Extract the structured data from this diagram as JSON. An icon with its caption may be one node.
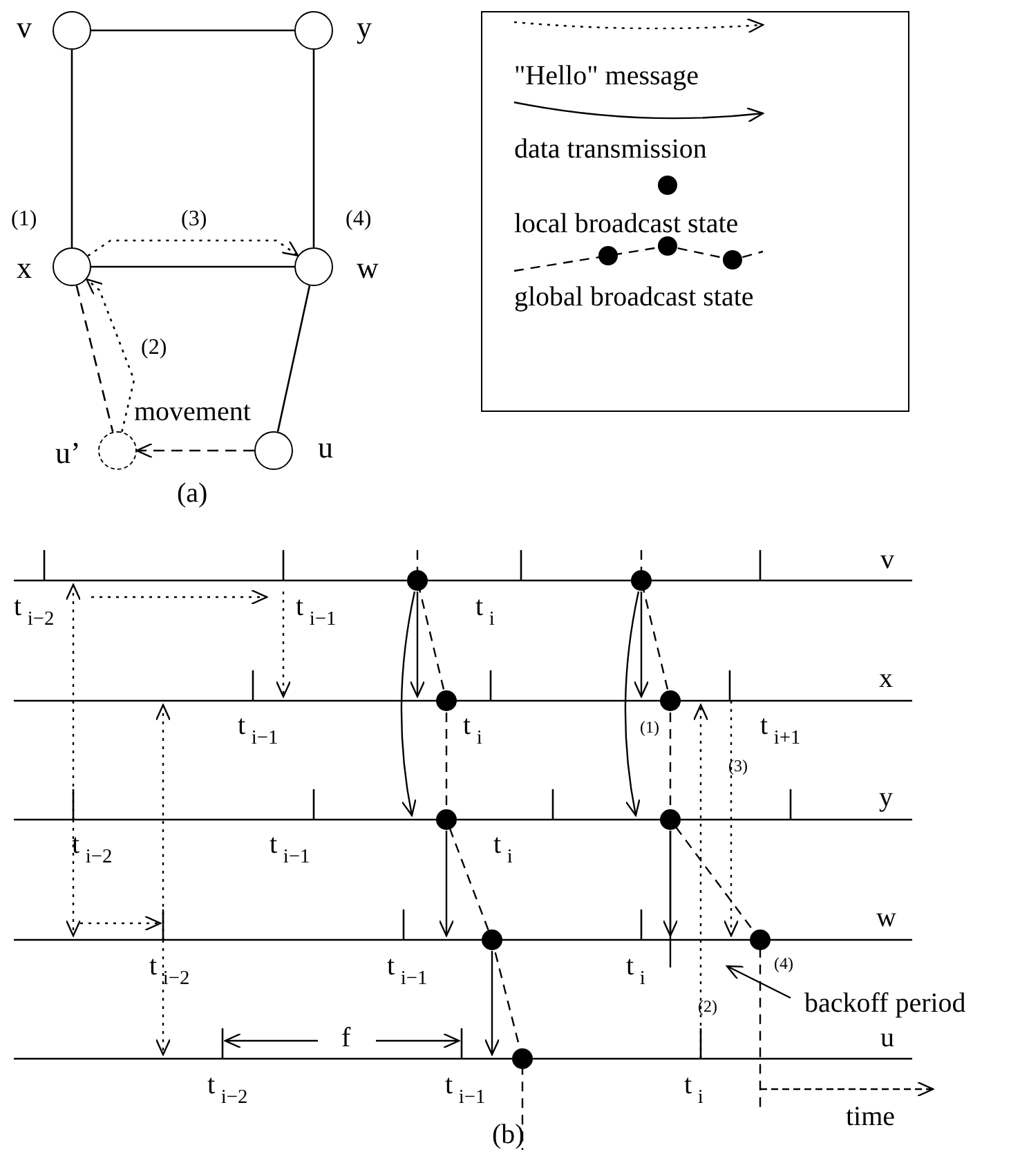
{
  "diagram": {
    "nodes": [
      {
        "text": [],
        "shape": "circle",
        "beside": [
          "v"
        ]
      },
      {
        "text": [],
        "shape": "circle",
        "beside": [
          "y"
        ]
      },
      {
        "text": [],
        "shape": "circle",
        "beside": [
          "x"
        ]
      },
      {
        "text": [],
        "shape": "circle",
        "beside": [
          "w"
        ]
      },
      {
        "text": [],
        "shape": "circle",
        "beside": [
          "u’"
        ]
      },
      {
        "text": [],
        "shape": "circle",
        "beside": [
          "u"
        ]
      }
    ],
    "edges": [
      {
        "from": 0,
        "to": 1,
        "arrow": "none"
      },
      {
        "from": 0,
        "to": 2,
        "arrow": "none"
      },
      {
        "from": 1,
        "to": 3,
        "arrow": "none"
      },
      {
        "from": 2,
        "to": 3,
        "arrow": "none"
      },
      {
        "from": 2,
        "to": 3,
        "arrow": "to",
        "style": "dashed",
        "label": "(3)"
      },
      {
        "from": 3,
        "to": 5,
        "arrow": "none"
      },
      {
        "from": 2,
        "to": 4,
        "arrow": "none",
        "style": "dashed"
      },
      {
        "from": 4,
        "to": 2,
        "arrow": "to",
        "style": "dashed",
        "label": "(2)"
      },
      {
        "from": 5,
        "to": 4,
        "arrow": "to",
        "style": "dashed"
      }
    ],
    "labels": [
      "(1)",
      "(4)",
      "movement",
      "(a)",
      "v",
      "t$_{i−2}$",
      "t$_{i−1}$",
      "t$_{i}$",
      "x",
      "t$_{i−1}$",
      "t$_{i}$",
      "(1)",
      "t$_{i+1}$",
      "(3)",
      "y",
      "t$_{i−2}$",
      "t$_{i−1}$",
      "t$_{i}$",
      "w",
      "t$_{i−2}$",
      "t$_{i−1}$",
      "t$_{i}$",
      "(4)",
      "(2)",
      "backoff period",
      "u",
      "f",
      "t$_{i−2}$",
      "t$_{i−1}$",
      "t$_{i}$",
      "time",
      "(b)"
    ],
    "legend": [
      {
        "text": "\"Hello\" message"
      },
      {
        "text": "data transmission"
      },
      {
        "text": "local broadcast state"
      },
      {
        "text": "global broadcast state"
      }
    ]
  }
}
